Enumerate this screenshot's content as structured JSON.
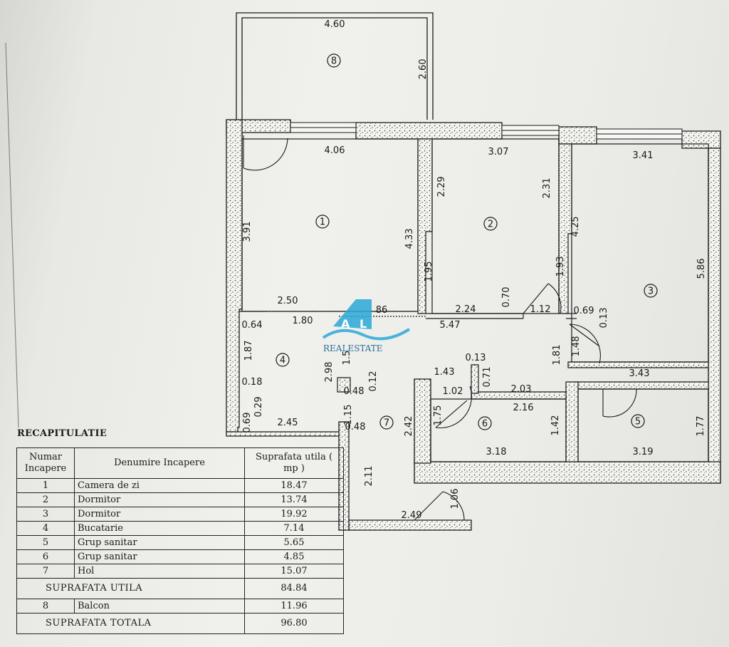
{
  "watermark": {
    "text": "REALESTATE"
  },
  "rooms": [
    {
      "marker": "1"
    },
    {
      "marker": "2"
    },
    {
      "marker": "3"
    },
    {
      "marker": "4"
    },
    {
      "marker": "5"
    },
    {
      "marker": "6"
    },
    {
      "marker": "7"
    },
    {
      "marker": "8"
    }
  ],
  "dimensions": [
    "4.60",
    "2.60",
    "4.06",
    "3.91",
    "4.33",
    "3.07",
    "2.29",
    "2.31",
    "1.95",
    "3.41",
    "4.25",
    "5.86",
    "1.93",
    "2.50",
    "86",
    "1.80",
    "0.64",
    "1.87",
    "2.98",
    "1.5",
    "2.24",
    "0.70",
    "1.12",
    "5.47",
    "0.69",
    "0.13",
    "0.18",
    "0.29",
    "0.69",
    "2.45",
    "0.48",
    "0.12",
    "1.15",
    "0.48",
    "1.43",
    "0.13",
    "0.71",
    "1.02",
    "2.03",
    "2.16",
    "1.81",
    "1.48",
    "3.43",
    "1.75",
    "2.42",
    "1.42",
    "3.18",
    "1.77",
    "3.19",
    "2.11",
    "1.06",
    "2.49"
  ],
  "recap": {
    "title": "RECAPITULATIE",
    "headers": {
      "number": "Numar Incapere",
      "name": "Denumire Incapere",
      "area": "Suprafata utila ( mp )"
    },
    "rows": [
      {
        "n": "1",
        "name": "Camera de zi",
        "area": "18.47"
      },
      {
        "n": "2",
        "name": "Dormitor",
        "area": "13.74"
      },
      {
        "n": "3",
        "name": "Dormitor",
        "area": "19.92"
      },
      {
        "n": "4",
        "name": "Bucatarie",
        "area": "7.14"
      },
      {
        "n": "5",
        "name": "Grup sanitar",
        "area": "5.65"
      },
      {
        "n": "6",
        "name": "Grup sanitar",
        "area": "4.85"
      },
      {
        "n": "7",
        "name": "Hol",
        "area": "15.07"
      }
    ],
    "useful_label": "SUPRAFATA UTILA",
    "useful_value": "84.84",
    "balcony": {
      "n": "8",
      "name": "Balcon",
      "area": "11.96"
    },
    "total_label": "SUPRAFATA TOTALA",
    "total_value": "96.80"
  },
  "colors": {
    "ink": "#1a1a1a",
    "wall_fill": "#f4f4f0",
    "watermark": "#29a8d8"
  }
}
